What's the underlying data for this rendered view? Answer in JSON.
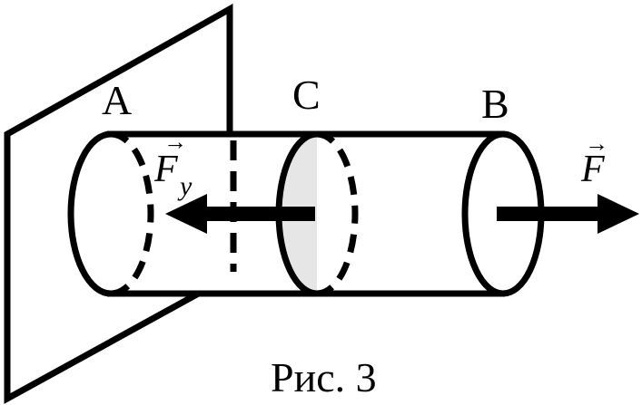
{
  "figure": {
    "points": {
      "a": "A",
      "b": "B",
      "c": "C"
    },
    "forces": {
      "elastic": {
        "symbol": "F",
        "subscript": "y"
      },
      "applied": {
        "symbol": "F"
      }
    },
    "vector_arrow": "→",
    "caption": "Рис. 3"
  },
  "colors": {
    "line": "#000000",
    "cross_section_fill": "#e6e6e6",
    "background": "#ffffff"
  }
}
